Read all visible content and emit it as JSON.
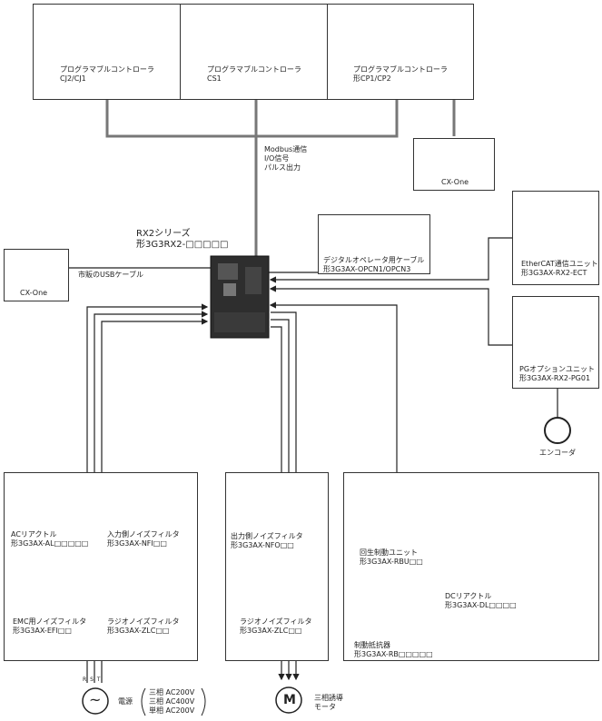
{
  "plc": {
    "cj2": {
      "line1": "プログラマブルコントローラ",
      "line2": "CJ2/CJ1"
    },
    "cs1": {
      "line1": "プログラマブルコントローラ",
      "line2": "CS1"
    },
    "cp1": {
      "line1": "プログラマブルコントローラ",
      "line2": "形CP1/CP2"
    }
  },
  "cxone_top": {
    "label": "CX-One"
  },
  "comm_labels": [
    "Modbus通信",
    "I/O信号",
    "パルス出力"
  ],
  "inverter": {
    "series": "RX2シリーズ",
    "model": "形3G3RX2-□□□□□"
  },
  "cxone_left": {
    "label": "CX-One"
  },
  "usb_cable": "市販のUSBケーブル",
  "digital_cable": {
    "line1": "デジタルオペレータ用ケーブル",
    "line2": "形3G3AX-OPCN1/OPCN3"
  },
  "ethercat": {
    "line1": "EtherCAT通信ユニット",
    "line2": "形3G3AX-RX2-ECT"
  },
  "pg_option": {
    "line1": "PGオプションユニット",
    "line2": "形3G3AX-RX2-PG01"
  },
  "encoder": "エンコーダ",
  "input_group": {
    "ac_reactor": {
      "line1": "ACリアクトル",
      "line2": "形3G3AX-AL□□□□□"
    },
    "input_noise": {
      "line1": "入力側ノイズフィルタ",
      "line2": "形3G3AX-NFI□□"
    },
    "emc_filter": {
      "line1": "EMC用ノイズフィルタ",
      "line2": "形3G3AX-EFI□□"
    },
    "radio_filter": {
      "line1": "ラジオノイズフィルタ",
      "line2": "形3G3AX-ZLC□□"
    }
  },
  "output_group": {
    "output_noise": {
      "line1": "出力側ノイズフィルタ",
      "line2": "形3G3AX-NFO□□"
    },
    "radio_filter": {
      "line1": "ラジオノイズフィルタ",
      "line2": "形3G3AX-ZLC□□"
    }
  },
  "brake_group": {
    "regen_unit": {
      "line1": "回生制動ユニット",
      "line2": "形3G3AX-RBU□□"
    },
    "dc_reactor": {
      "line1": "DCリアクトル",
      "line2": "形3G3AX-DL□□□□"
    },
    "brake_resistor": {
      "line1": "制動抵抗器",
      "line2": "形3G3AX-RB□□□□□"
    }
  },
  "power": {
    "terminals": "R S T",
    "symbol": "~",
    "label": "電源",
    "lines": [
      "三相 AC200V",
      "三相 AC400V",
      "単相 AC200V"
    ]
  },
  "motor": {
    "symbol": "M",
    "line1": "三相誘導",
    "line2": "モータ"
  }
}
